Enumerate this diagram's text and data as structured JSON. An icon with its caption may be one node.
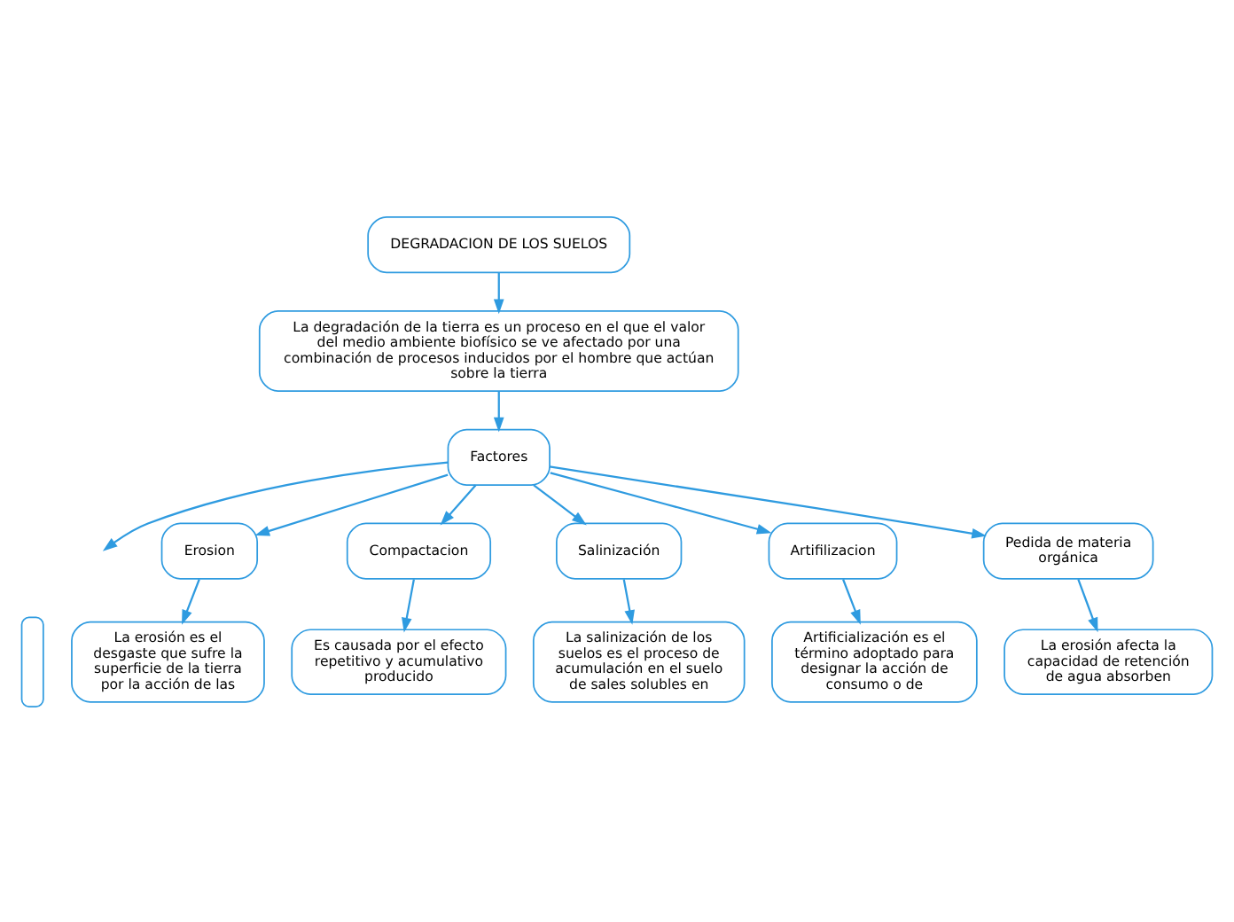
{
  "diagram": {
    "nodes": [
      {
        "text": [
          "DEGRADACION DE LOS SUELOS"
        ]
      },
      {
        "text": [
          "La degradación de la tierra es un proceso en el que el valor del medio ambiente biofísico se ve afectado por una combinación de procesos inducidos por el hombre que actúan sobre la tierra"
        ]
      },
      {
        "text": [
          "Factores"
        ]
      },
      {
        "text": [
          "Erosion"
        ]
      },
      {
        "text": [
          "Compactacion"
        ]
      },
      {
        "text": [
          "Salinización"
        ]
      },
      {
        "text": [
          "Artifilizacion"
        ]
      },
      {
        "text": [
          "Pedida de materia orgánica"
        ]
      },
      {
        "text": [],
        "shape": "box"
      },
      {
        "text": [
          "La erosión es el desgaste que sufre la superficie de la tierra por la acción de las"
        ]
      },
      {
        "text": [
          "Es causada por el efecto repetitivo y acumulativo producido"
        ]
      },
      {
        "text": [
          "La salinización de los suelos es el proceso de acumulación en el suelo de sales solubles en"
        ]
      },
      {
        "text": [
          "Artificialización es el término adoptado para designar la acción de consumo o de"
        ]
      },
      {
        "text": [
          "La erosión afecta la capacidad de retención de agua absorben"
        ]
      }
    ],
    "edges": [
      {
        "from": 0,
        "to": 1,
        "arrow": "to"
      },
      {
        "from": 1,
        "to": 2,
        "arrow": "to"
      },
      {
        "from": 2,
        "to": null,
        "arrow": "to"
      },
      {
        "from": 2,
        "to": 3,
        "arrow": "to"
      },
      {
        "from": 2,
        "to": 4,
        "arrow": "to"
      },
      {
        "from": 2,
        "to": 5,
        "arrow": "to"
      },
      {
        "from": 2,
        "to": 6,
        "arrow": "to"
      },
      {
        "from": 2,
        "to": 7,
        "arrow": "to"
      },
      {
        "from": 3,
        "to": 9,
        "arrow": "to"
      },
      {
        "from": 4,
        "to": 10,
        "arrow": "to"
      },
      {
        "from": 5,
        "to": 11,
        "arrow": "to"
      },
      {
        "from": 6,
        "to": 12,
        "arrow": "to"
      },
      {
        "from": 7,
        "to": 13,
        "arrow": "to"
      }
    ]
  }
}
